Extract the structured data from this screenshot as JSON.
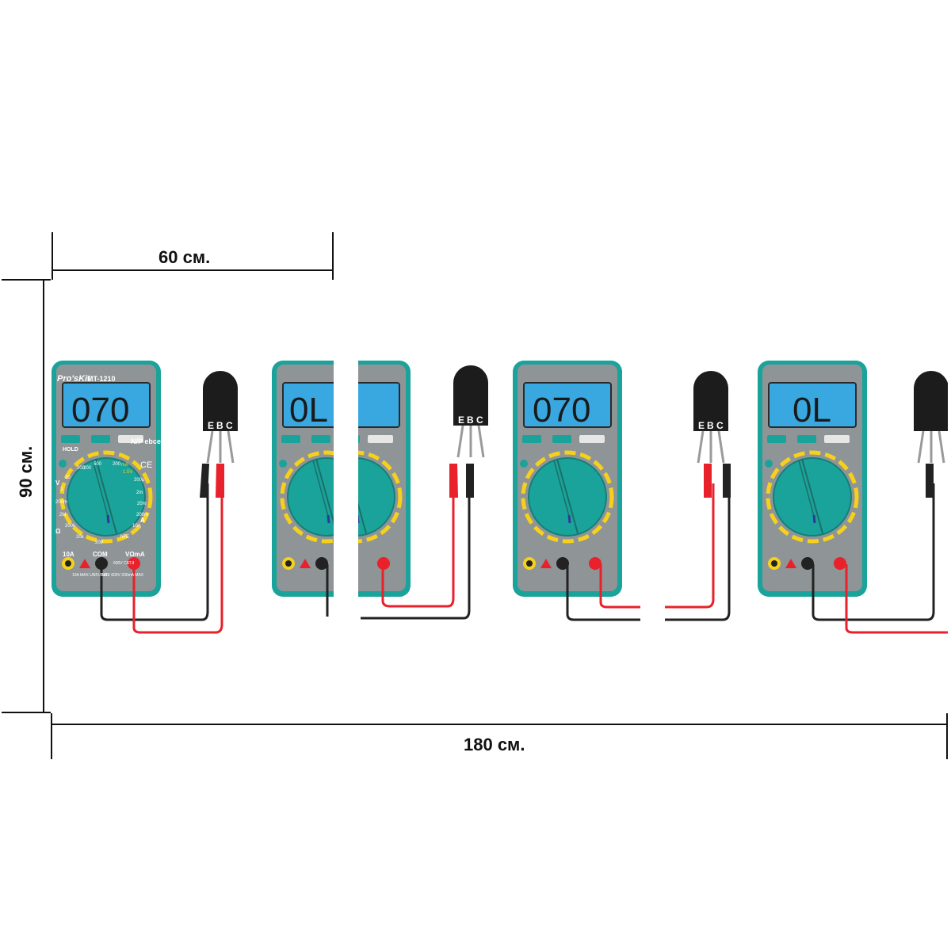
{
  "dimensions": {
    "width_panel": "60 см.",
    "height": "90 см.",
    "width_total": "180 см."
  },
  "meter": {
    "brand": "Pro'sKit",
    "model": "MT-1210",
    "hold_label": "HOLD",
    "np_label": "N/P ebce",
    "ports": [
      "10A",
      "COM",
      "VΩmA"
    ],
    "port_notes": [
      "10A MAX UNFUSED",
      "MAX 600V 200mA MAX"
    ],
    "port_rating": "600V CAT.II",
    "range_labels": [
      "200",
      "500",
      "200",
      "mA",
      "1.5V",
      "200μ",
      "2m",
      "20m",
      "200m",
      "10A",
      "hFE",
      "200",
      "20k",
      "200k",
      "2M",
      "200m",
      "2",
      "20",
      "200",
      "V",
      "Ω",
      "A"
    ],
    "ce_mark": "CE"
  },
  "readings": [
    "070",
    "0L",
    "070",
    "0L"
  ],
  "transistor": {
    "pins": [
      "E",
      "B",
      "C"
    ]
  },
  "colors": {
    "body": "#1aa39a",
    "screen": "#3aa8e0",
    "dial": "#1aa39a",
    "lead_red": "#e8212b",
    "lead_black": "#222222",
    "panel": "#8f9497"
  }
}
